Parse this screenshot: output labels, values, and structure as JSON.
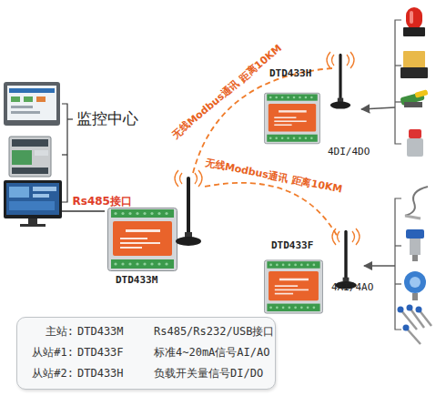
{
  "diagram": {
    "nodes": [
      {
        "text": [
          "监控中心"
        ]
      },
      {
        "text": [
          "DTD433H",
          "4DI/4DO"
        ]
      },
      {
        "text": [
          "DTD433M"
        ]
      },
      {
        "text": [
          "DTD433F",
          "4AI/4AO"
        ]
      },
      {
        "text": [
          "主站:",
          "DTD433M",
          "Rs485/Rs232/USB接口",
          "从站#1:",
          "DTD433F",
          "标准4~20mA信号AI/AO",
          "从站#2:",
          "DTD433H",
          "负载开关量信号DI/DO"
        ]
      }
    ],
    "edges": [
      {
        "from": 0,
        "to": 2,
        "label": "Rs485接口",
        "arrow": "none"
      },
      {
        "from": 2,
        "to": 1,
        "label": "无线Modbus通讯 距离10KM",
        "arrow": "none"
      },
      {
        "from": 2,
        "to": 3,
        "label": "无线Modbus通讯 距离10KM",
        "arrow": "none"
      }
    ]
  }
}
